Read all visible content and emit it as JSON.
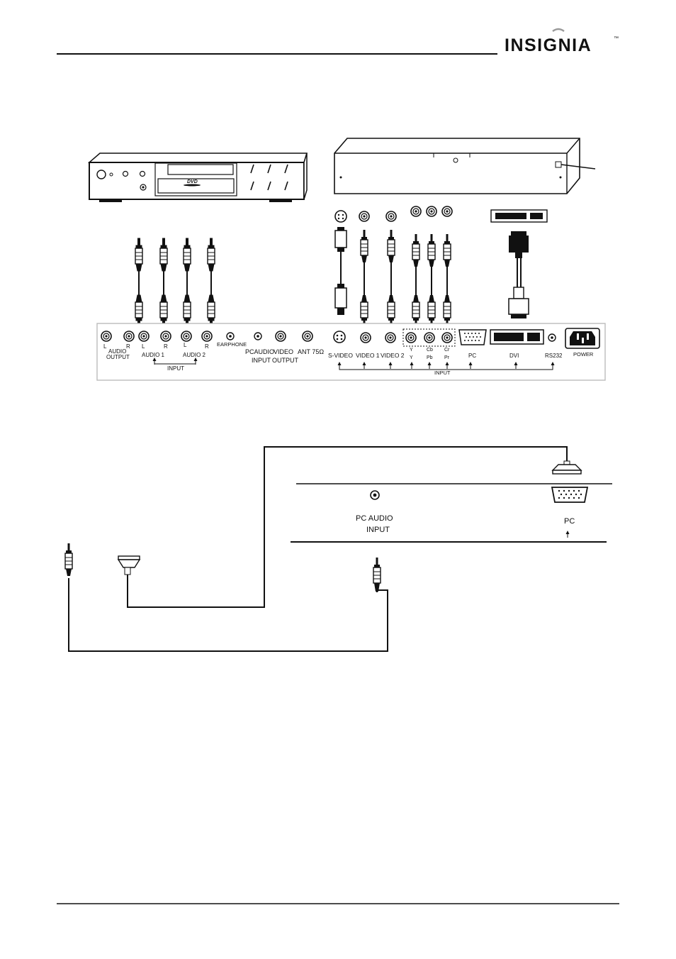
{
  "header": {
    "brand": "INSIGNIA",
    "tm": "™"
  },
  "dvd": {
    "logo": "DVD"
  },
  "panel": {
    "audio_output": {
      "L": "L",
      "R": "R",
      "line1": "AUDIO",
      "line2": "OUTPUT"
    },
    "audio1": {
      "L": "L",
      "R": "R",
      "label": "AUDIO 1"
    },
    "audio2": {
      "L": "L",
      "R": "R",
      "label": "AUDIO 2"
    },
    "audio_input": "INPUT",
    "earphone": "EARPHONE",
    "pc_audio": {
      "line1": "PCAUDIO",
      "line2": "INPUT"
    },
    "video_output": {
      "line1": "VIDEO",
      "line2": "OUTPUT"
    },
    "ant": "ANT 75Ω",
    "svideo": "S-VIDEO",
    "video1": "VIDEO 1",
    "video2": "VIDEO 2",
    "comp_top": [
      "Y",
      "Cb",
      "Cr"
    ],
    "comp_bottom": [
      "Y",
      "Pb",
      "Pr"
    ],
    "pc": "PC",
    "dvi": "DVI",
    "rs232": "RS232",
    "power": "POWER",
    "video_input": "INPUT"
  },
  "detail": {
    "pc_audio_line1": "PC AUDIO",
    "pc_audio_line2": "INPUT",
    "pc": "PC"
  }
}
